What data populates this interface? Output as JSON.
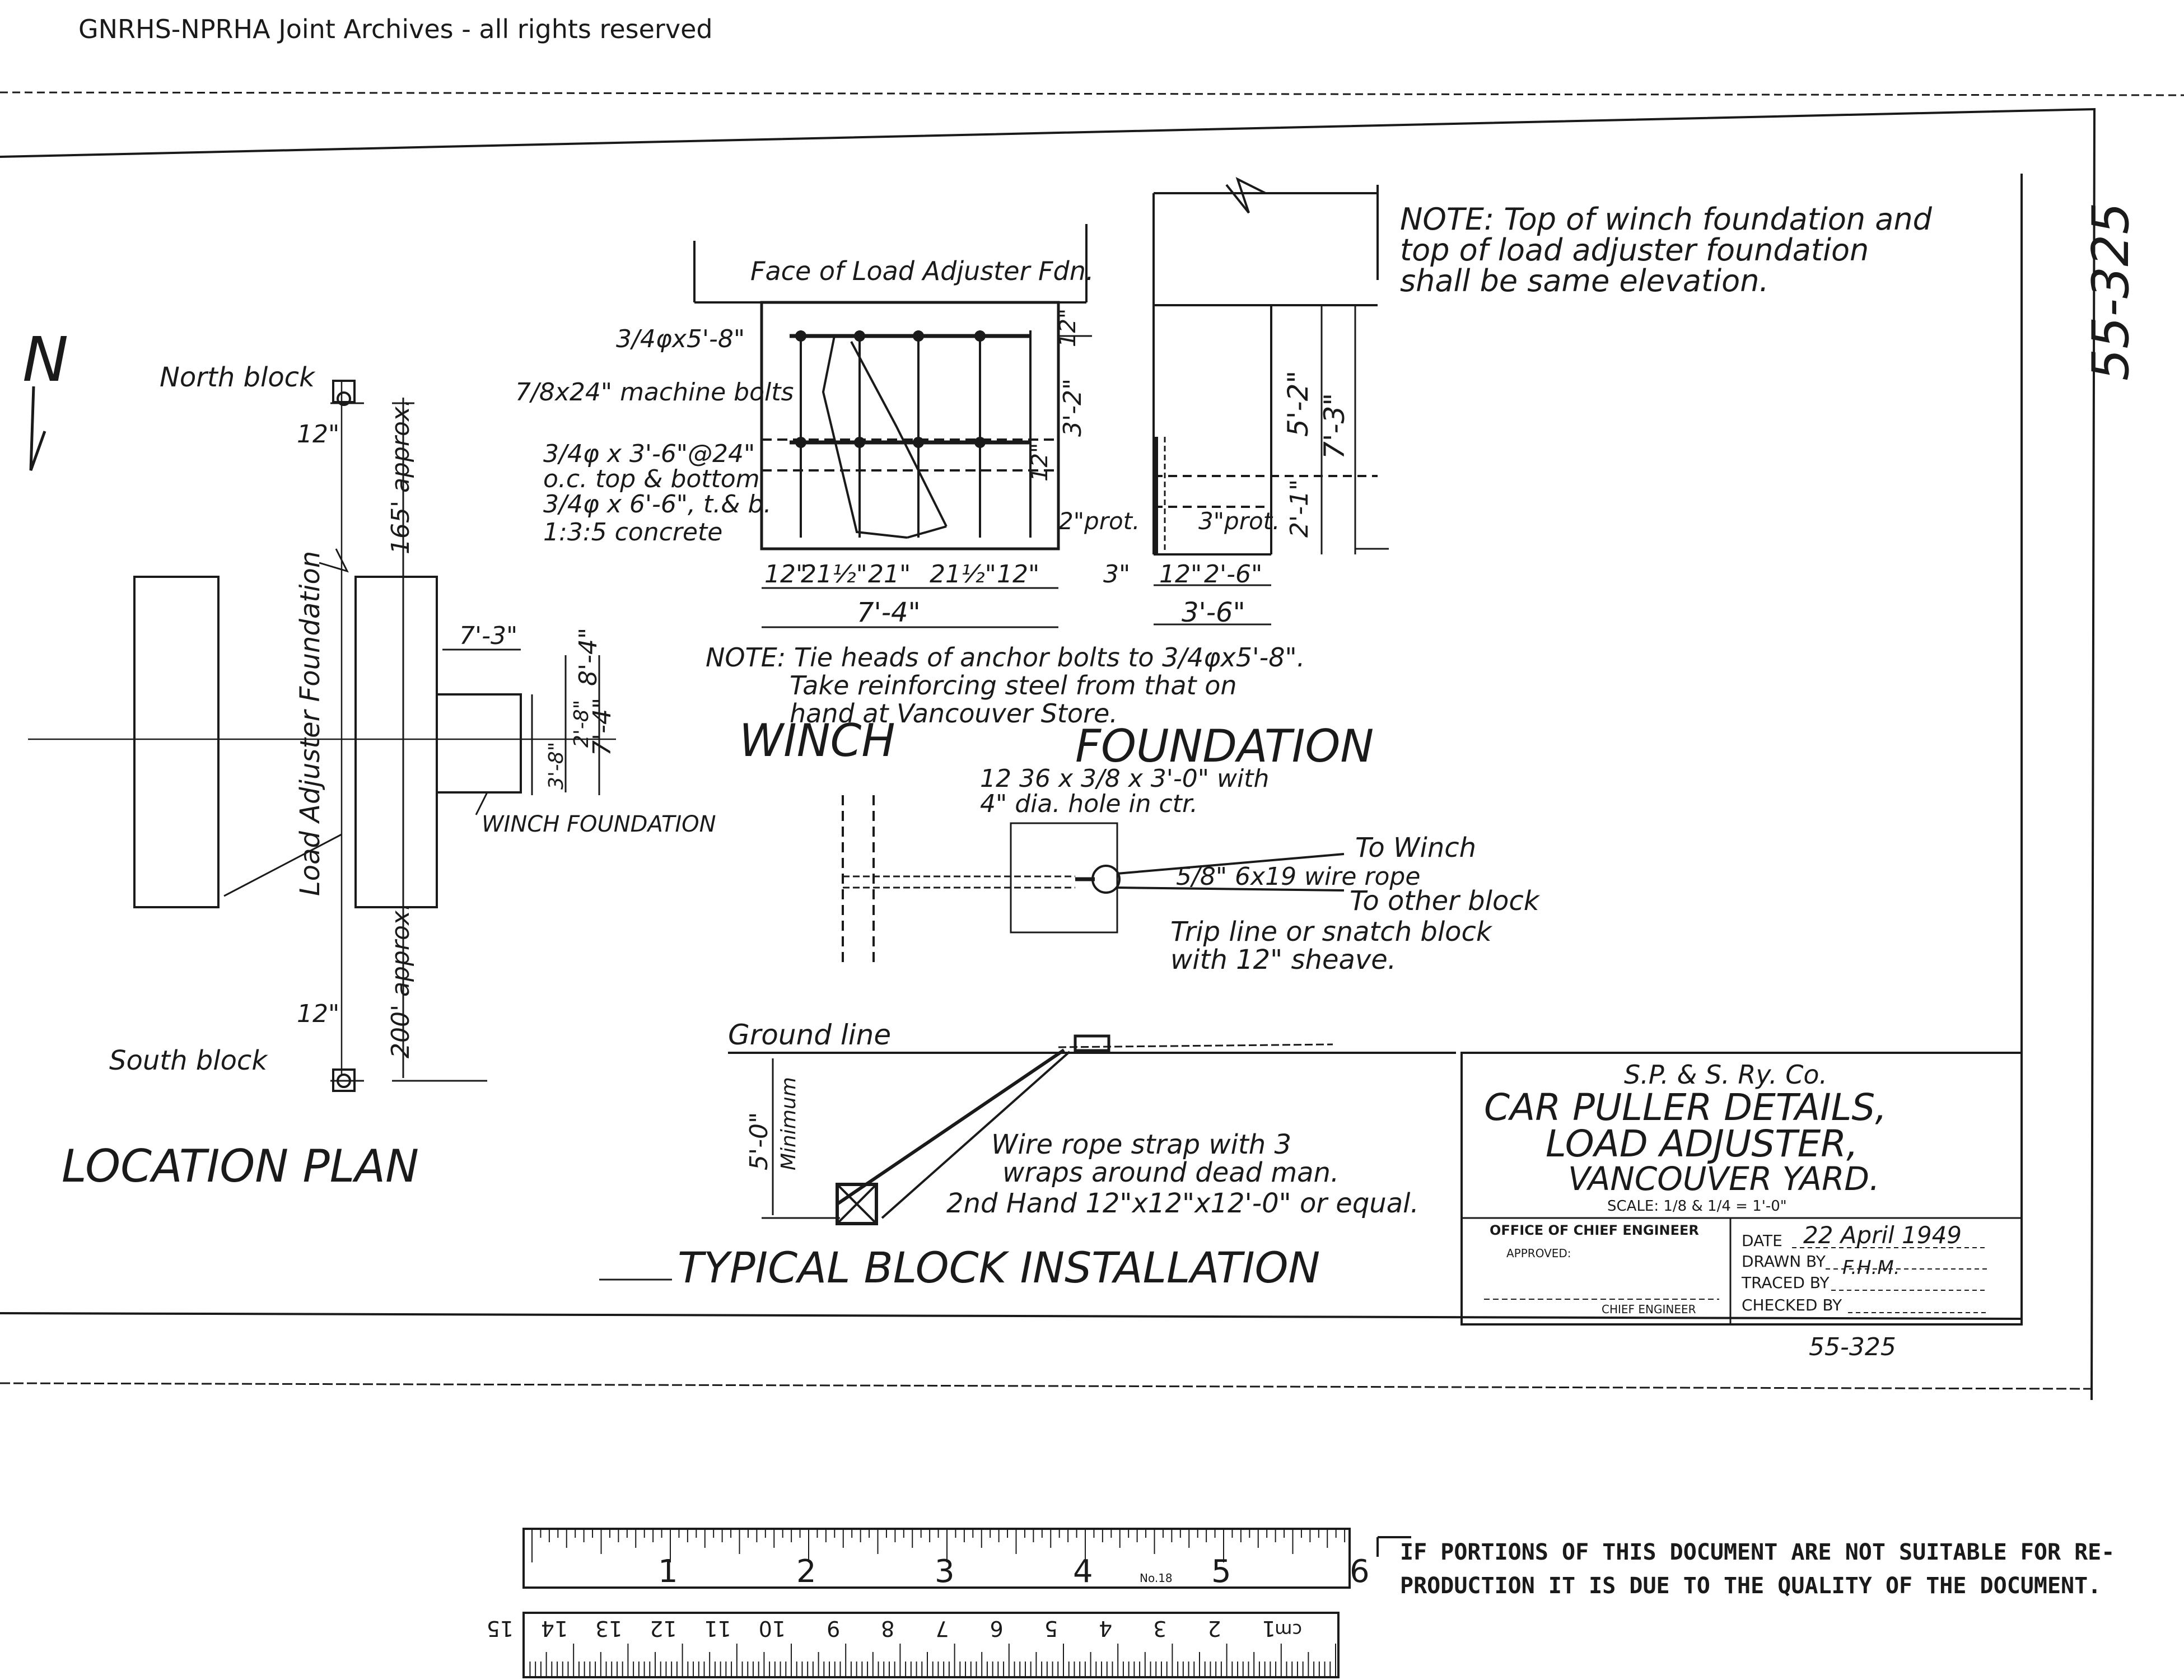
{
  "archive_notice": "GNRHS-NPRHA Joint Archives - all rights reserved",
  "drawing_number": "55-325",
  "north_arrow": "N",
  "note_top": [
    "NOTE: Top of winch foundation and",
    "top of load adjuster foundation",
    "shall be same elevation."
  ],
  "winch": {
    "title_a": "WINCH",
    "title_b": "FOUNDATION",
    "face_label": "Face of Load Adjuster Fdn.",
    "callouts": [
      "3/4φx5'-8\"",
      "7/8x24\" machine bolts",
      "3/4φ x 3'-6\"@24\"",
      "o.c. top & bottom",
      "3/4φ x 6'-6\", t.& b.",
      "1:3:5 concrete"
    ],
    "dims_bottom": [
      "12\"",
      "21½\"",
      "21\"",
      "21½\"",
      "12\""
    ],
    "dim_total": "7'-4\"",
    "dim_3_2": "3'-2\"",
    "dim_12_side": "12\"",
    "dim_12_top": "12\"",
    "prot_2": "2\"prot.",
    "prot_3": "3\"prot.",
    "section_dims": [
      "3\"",
      "12\"",
      "2'-6\""
    ],
    "section_total": "3'-6\"",
    "dim_5_2": "5'-2\"",
    "dim_7_3": "7'-3\"",
    "dim_2_1": "2'-1\"",
    "note_anchor": [
      "NOTE: Tie heads of anchor bolts to 3/4φx5'-8\".",
      "Take reinforcing steel from that on",
      "hand at Vancouver Store."
    ]
  },
  "location": {
    "north_block": "North block",
    "south_block": "South block",
    "dim_12_north": "12\"",
    "dim_12_south": "12\"",
    "dim_165": "165' approx.",
    "dim_200": "200' approx.",
    "load_adjuster": "Load Adjuster Foundation",
    "dim_7_3": "7'-3\"",
    "dim_8_4": "8'-4\"",
    "dim_2_8": "2'-8\"",
    "dim_3_8": "3'-8\"",
    "dim_7_4": "7'-4\"",
    "winch_fdn": "WINCH FOUNDATION",
    "title": "LOCATION PLAN"
  },
  "block": {
    "plate": [
      "12 36 x 3/8 x 3'-0\" with",
      "4\" dia. hole in ctr."
    ],
    "to_winch": "To Winch",
    "wire_rope": "5/8\" 6x19 wire rope",
    "to_other": "To other block",
    "trip_line": [
      "Trip line or snatch block",
      "with 12\" sheave."
    ],
    "ground_line": "Ground line",
    "depth": "5'-0\"",
    "minimum": "Minimum",
    "strap": [
      "Wire rope strap with 3",
      "wraps around dead man."
    ],
    "deadman": "2nd Hand 12\"x12\"x12'-0\" or equal.",
    "title": "TYPICAL BLOCK INSTALLATION"
  },
  "title_block": {
    "company": "S.P. & S. Ry. Co.",
    "line1": "CAR PULLER DETAILS,",
    "line2": "LOAD ADJUSTER,",
    "line3": "VANCOUVER YARD.",
    "scale": "SCALE: 1/8 & 1/4 = 1'-0\"",
    "office": "OFFICE OF CHIEF ENGINEER",
    "approved": "APPROVED:",
    "chief": "CHIEF ENGINEER",
    "date_label": "DATE",
    "date_value": "22 April 1949",
    "drawn_label": "DRAWN BY",
    "drawn_value": "",
    "traced_label": "TRACED BY",
    "traced_value": "F.H.M.",
    "checked_label": "CHECKED BY",
    "checked_value": ""
  },
  "ruler": {
    "inches": [
      "1",
      "2",
      "3",
      "4",
      "5",
      "6"
    ],
    "cm": [
      "1",
      "2",
      "3",
      "4",
      "5",
      "6",
      "7",
      "8",
      "9",
      "10",
      "11",
      "12",
      "13",
      "14",
      "15"
    ],
    "cm_unit": "cm",
    "maker": "No.18"
  },
  "quality_notice": [
    "IF PORTIONS OF THIS DOCUMENT ARE NOT SUITABLE FOR RE-",
    "PRODUCTION IT IS DUE TO THE QUALITY OF THE DOCUMENT."
  ]
}
